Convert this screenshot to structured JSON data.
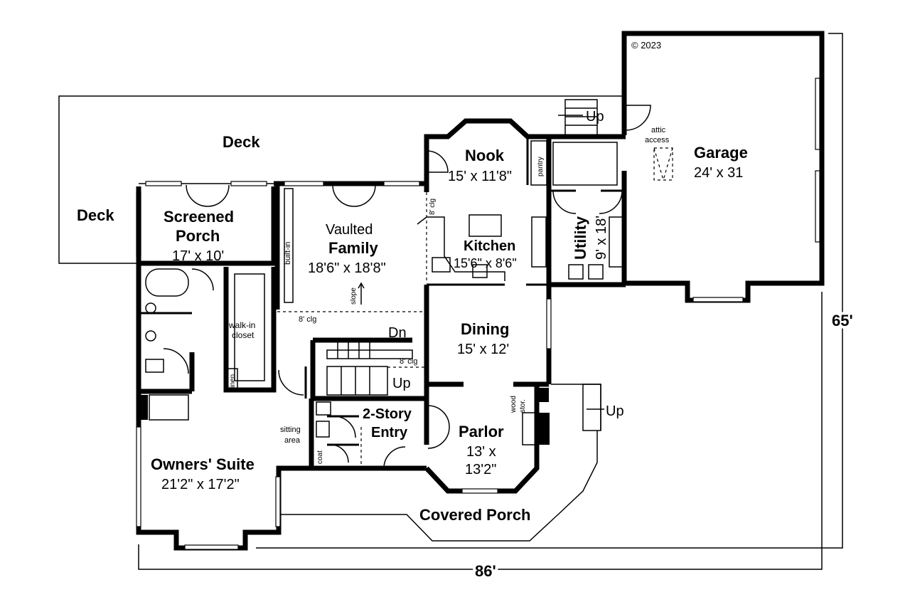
{
  "copyright": "© 2023",
  "dimensions": {
    "width": "86'",
    "depth": "65'"
  },
  "rooms": {
    "deck_top": "Deck",
    "deck_left": "Deck",
    "screened_porch": {
      "name_line1": "Screened",
      "name_line2": "Porch",
      "size": "17' x 10'"
    },
    "family": {
      "prefix": "Vaulted",
      "name": "Family",
      "size": "18'6\" x 18'8\""
    },
    "nook": {
      "name": "Nook",
      "size": "15' x 11'8\""
    },
    "kitchen": {
      "name": "Kitchen",
      "size": "15'6\" x 8'6\""
    },
    "utility": {
      "name": "Utility",
      "size": "9' x 18'"
    },
    "garage": {
      "name": "Garage",
      "size": "24' x 31"
    },
    "dining": {
      "name": "Dining",
      "size": "15' x 12'"
    },
    "parlor": {
      "name": "Parlor",
      "size_line1": "13' x",
      "size_line2": "13'2\""
    },
    "entry": {
      "name_line1": "2-Story",
      "name_line2": "Entry"
    },
    "owners_suite": {
      "name": "Owners' Suite",
      "size": "21'2\" x 17'2\""
    },
    "covered_porch": "Covered Porch"
  },
  "notes": {
    "walk_in_closet_1": "walk-in",
    "walk_in_closet_2": "closet",
    "built_in": "built-in",
    "linen": "linen",
    "sitting_area_1": "sitting",
    "sitting_area_2": "area",
    "coat": "coat",
    "pantry": "pantry",
    "attic_access_1": "attic",
    "attic_access_2": "access",
    "slope": "slope",
    "clg_family": "8' clg",
    "clg_nook": "8' clg",
    "clg_stair": "8' clg",
    "wood_stor_1": "wood",
    "wood_stor_2": "stor.",
    "stair_dn": "Dn",
    "stair_up": "Up",
    "deck_stair_up": "Up",
    "porch_stair_up": "Up"
  }
}
